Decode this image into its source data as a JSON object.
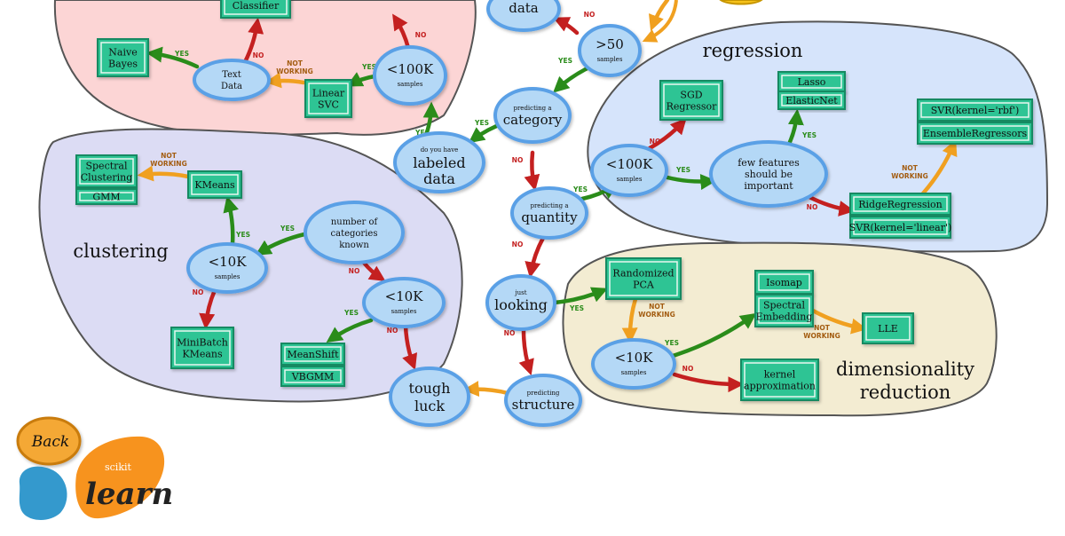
{
  "colors": {
    "classification": "#fcd5d5",
    "regression": "#d6e4fb",
    "clustering": "#dcdcf4",
    "dimred": "#f3ecd2",
    "node_fill": "#b4d8f6",
    "node_stroke": "#5aa0e6",
    "est_fill": "#2fc494",
    "est_stroke": "#138a62",
    "est_inner": "#e8f7f0",
    "yes": "#2a8c1a",
    "no": "#c42020",
    "not_working": "#f0a020",
    "back": "#f4a836",
    "logo_orange": "#f7931e",
    "logo_blue": "#3499cd"
  },
  "regions": {
    "regression": "regression",
    "clustering": "clustering",
    "dimensionality_reduction": [
      "dimensionality",
      "reduction"
    ]
  },
  "nodes": {
    "data": [
      "data"
    ],
    "gt50": [
      ">50",
      "samples"
    ],
    "predicting_category": [
      "predicting a",
      "category"
    ],
    "labeled_data": [
      "do you have",
      "labeled",
      "data"
    ],
    "lt100k_class": [
      "<100K",
      "samples"
    ],
    "text_data": [
      "Text",
      "Data"
    ],
    "predicting_quantity": [
      "predicting a",
      "quantity"
    ],
    "lt100k_reg": [
      "<100K",
      "samples"
    ],
    "few_features": [
      "few features",
      "should be",
      "important"
    ],
    "num_categories": [
      "number of",
      "categories",
      "known"
    ],
    "lt10k_clust_a": [
      "<10K",
      "samples"
    ],
    "lt10k_clust_b": [
      "<10K",
      "samples"
    ],
    "just_looking": [
      "just",
      "looking"
    ],
    "lt10k_dimred": [
      "<10K",
      "samples"
    ],
    "predicting_structure": [
      "predicting",
      "structure"
    ],
    "tough_luck": [
      "tough",
      "luck"
    ]
  },
  "estimators": {
    "classifier": [
      "Classifier"
    ],
    "naive_bayes": [
      "Naive",
      "Bayes"
    ],
    "linear_svc": [
      "Linear",
      "SVC"
    ],
    "sgd_regressor": [
      "SGD",
      "Regressor"
    ],
    "lasso": [
      "Lasso"
    ],
    "elasticnet": [
      "ElasticNet"
    ],
    "svr_rbf": [
      "SVR(kernel='rbf')"
    ],
    "ensemble_regressors": [
      "EnsembleRegressors"
    ],
    "ridge_regression": [
      "RidgeRegression"
    ],
    "svr_linear": [
      "SVR(kernel='linear')"
    ],
    "spectral_clustering": [
      "Spectral",
      "Clustering"
    ],
    "gmm": [
      "GMM"
    ],
    "kmeans": [
      "KMeans"
    ],
    "minibatch_kmeans": [
      "MiniBatch",
      "KMeans"
    ],
    "meanshift": [
      "MeanShift"
    ],
    "vbgmm": [
      "VBGMM"
    ],
    "randomized_pca": [
      "Randomized",
      "PCA"
    ],
    "isomap": [
      "Isomap"
    ],
    "spectral_embedding": [
      "Spectral",
      "Embedding"
    ],
    "lle": [
      "LLE"
    ],
    "kernel_approximation": [
      "kernel",
      "approximation"
    ]
  },
  "edges": [
    {
      "id": "e1",
      "label": [
        "NO"
      ],
      "kind": "no"
    },
    {
      "id": "e2",
      "label": [
        "YES"
      ],
      "kind": "yes"
    },
    {
      "id": "e3",
      "label": [
        "YES"
      ],
      "kind": "yes"
    },
    {
      "id": "e4",
      "label": [
        "NO"
      ],
      "kind": "no"
    },
    {
      "id": "e5",
      "label": [
        "YES"
      ],
      "kind": "yes"
    },
    {
      "id": "e6",
      "label": [
        "NO"
      ],
      "kind": "no"
    },
    {
      "id": "e7",
      "label": [
        "YES"
      ],
      "kind": "yes"
    },
    {
      "id": "e8",
      "label": [
        "NOT",
        "WORKING"
      ],
      "kind": "nw"
    },
    {
      "id": "e9",
      "label": [
        "NO"
      ],
      "kind": "no"
    },
    {
      "id": "e10",
      "label": [
        "YES"
      ],
      "kind": "yes"
    },
    {
      "id": "e11",
      "label": [
        "YES"
      ],
      "kind": "yes"
    },
    {
      "id": "e12",
      "label": [
        "NO"
      ],
      "kind": "no"
    },
    {
      "id": "e13",
      "label": [
        "YES"
      ],
      "kind": "yes"
    },
    {
      "id": "e14",
      "label": [
        "NO"
      ],
      "kind": "no"
    },
    {
      "id": "e15",
      "label": [
        "YES"
      ],
      "kind": "yes"
    },
    {
      "id": "e16",
      "label": [
        "NO"
      ],
      "kind": "no"
    },
    {
      "id": "e17",
      "label": [
        "NOT",
        "WORKING"
      ],
      "kind": "nw"
    },
    {
      "id": "e18",
      "label": [
        "YES"
      ],
      "kind": "yes"
    },
    {
      "id": "e19",
      "label": [
        "NO"
      ],
      "kind": "no"
    },
    {
      "id": "e20",
      "label": [
        "NOT",
        "WORKING"
      ],
      "kind": "nw"
    },
    {
      "id": "e21",
      "label": [
        "YES"
      ],
      "kind": "yes"
    },
    {
      "id": "e22",
      "label": [
        "NO"
      ],
      "kind": "no"
    },
    {
      "id": "e23",
      "label": [
        "NO"
      ],
      "kind": "no"
    },
    {
      "id": "e24",
      "label": [
        "YES"
      ],
      "kind": "yes"
    },
    {
      "id": "e25",
      "label": [
        "NO"
      ],
      "kind": "no"
    },
    {
      "id": "e26",
      "label": [
        "YES"
      ],
      "kind": "yes"
    },
    {
      "id": "e27",
      "label": [
        "NOT",
        "WORKING"
      ],
      "kind": "nw"
    },
    {
      "id": "e28",
      "label": [
        "YES"
      ],
      "kind": "yes"
    },
    {
      "id": "e29",
      "label": [
        "NOT",
        "WORKING"
      ],
      "kind": "nw"
    },
    {
      "id": "e30",
      "label": [
        "NO"
      ],
      "kind": "no"
    },
    {
      "id": "e31",
      "label": [],
      "kind": "nw"
    },
    {
      "id": "e32",
      "label": [],
      "kind": "nw"
    }
  ],
  "back_button": {
    "label": "Back"
  },
  "logo": {
    "small": "scikit",
    "large": "learn"
  }
}
